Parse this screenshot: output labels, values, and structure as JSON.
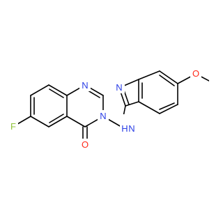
{
  "molecule": {
    "atoms": {
      "n1": {
        "text": "N",
        "color": "#2a3ee6"
      },
      "n3": {
        "text": "N",
        "color": "#2a3ee6"
      },
      "f": {
        "text": "F",
        "color": "#8fc33a"
      },
      "o_carbonyl": {
        "text": "O",
        "color": "#ff2a1a"
      },
      "n_imine": {
        "text": "N",
        "color": "#2a3ee6"
      },
      "nh": {
        "text": "N",
        "color": "#2a3ee6"
      },
      "nh_h": {
        "text": "H",
        "color": "#2a3ee6"
      },
      "o_methoxy": {
        "text": "O",
        "color": "#ff2a1a"
      }
    },
    "bond_color": "#000000"
  }
}
